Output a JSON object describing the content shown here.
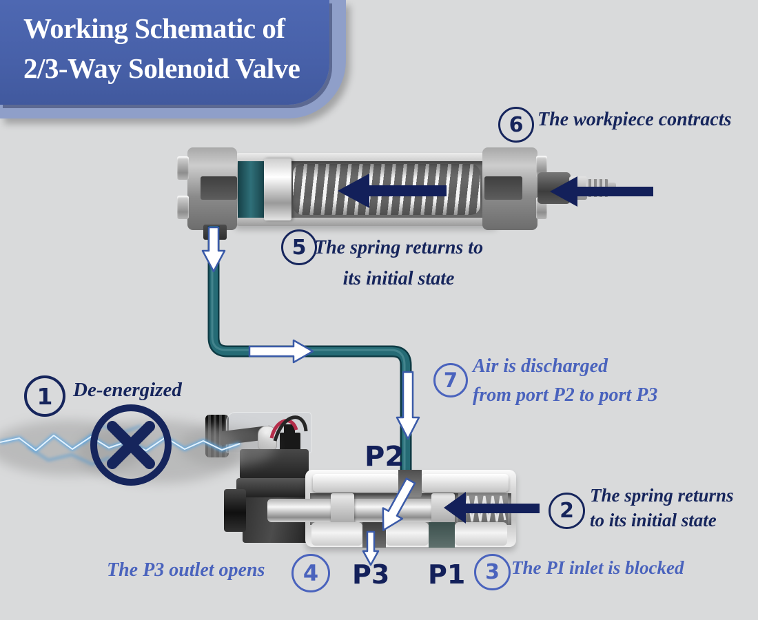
{
  "title": {
    "line1": "Working Schematic of",
    "line2": "2/3-Way Solenoid Valve"
  },
  "steps": {
    "s1": {
      "num": "1",
      "text": "De-energized"
    },
    "s2": {
      "num": "2",
      "line1": "The spring returns",
      "line2": "to its initial state"
    },
    "s3": {
      "num": "3",
      "text": "The PI inlet is blocked"
    },
    "s4": {
      "num": "4",
      "text": "The P3 outlet opens"
    },
    "s5": {
      "num": "5",
      "line1": "The spring returns to",
      "line2": "its initial state"
    },
    "s6": {
      "num": "6",
      "text": "The workpiece contracts"
    },
    "s7": {
      "num": "7",
      "line1": "Air is discharged",
      "line2": "from port P2 to port P3"
    }
  },
  "ports": {
    "p1": "P1",
    "p2": "P2",
    "p3": "P3"
  },
  "colors": {
    "background": "#d9dadb",
    "banner_blue": "#4760a8",
    "banner_outline": "#8f9fc9",
    "navy": "#16255c",
    "royal_blue": "#4a63bd",
    "tube_teal": "#256b75",
    "arrow_white": "#ffffff",
    "lightning_blue": "#59a8e8"
  }
}
